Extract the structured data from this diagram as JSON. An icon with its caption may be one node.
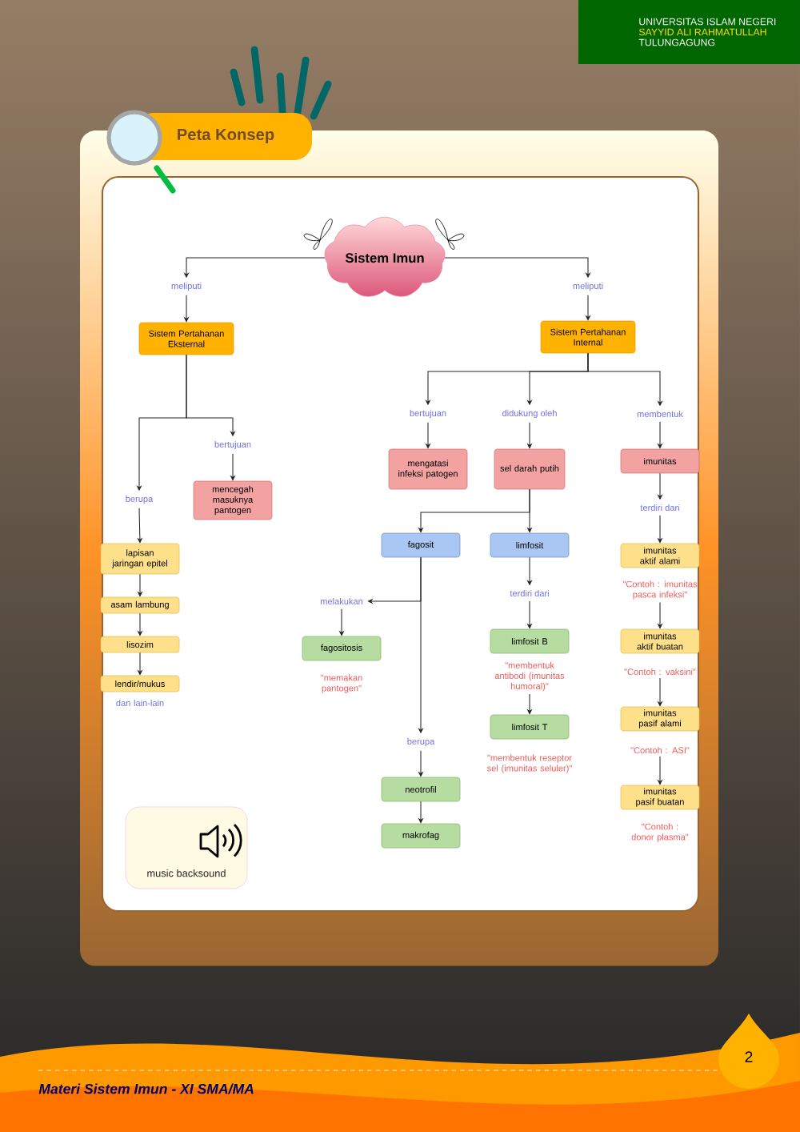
{
  "diagram": {
    "nodes": [
      {
        "text": [
          "Peta Konsep"
        ]
      },
      {
        "text": [
          "Sistem Imun"
        ]
      },
      {
        "text": [
          "meliputi"
        ]
      },
      {
        "text": [
          "meliputi"
        ]
      },
      {
        "text": [
          "Sistem Pertahanan Eksternal"
        ]
      },
      {
        "text": [
          "Sistem Pertahanan Internal"
        ]
      },
      {
        "text": [
          "berupa"
        ]
      },
      {
        "text": [
          "bertujuan"
        ]
      },
      {
        "text": [
          "mencegah masuknya pantogen"
        ]
      },
      {
        "text": [
          "lapisan jaringan epitel"
        ]
      },
      {
        "text": [
          "asam lambung"
        ]
      },
      {
        "text": [
          "lisozim"
        ]
      },
      {
        "text": [
          "lendir/mukus"
        ],
        "beside": [
          "dan lain-lain"
        ]
      },
      {
        "text": [
          "bertujuan"
        ]
      },
      {
        "text": [
          "didukung oleh"
        ]
      },
      {
        "text": [
          "membentuk"
        ]
      },
      {
        "text": [
          "mengatasi infeksi patogen"
        ]
      },
      {
        "text": [
          "sel darah putih"
        ]
      },
      {
        "text": [
          "imunitas"
        ]
      },
      {
        "text": [
          "terdiri dari"
        ]
      },
      {
        "text": [
          "fagosit"
        ]
      },
      {
        "text": [
          "limfosit"
        ]
      },
      {
        "text": [
          "imunitas aktif alami"
        ]
      },
      {
        "text": [
          "\"Contoh : imunitas pasca infeksi\""
        ]
      },
      {
        "text": [
          "melakukan"
        ]
      },
      {
        "text": [
          "terdiri dari"
        ]
      },
      {
        "text": [
          "fagositosis"
        ],
        "beside": [
          "\"memakan pantogen\""
        ]
      },
      {
        "text": [
          "limfosit B"
        ]
      },
      {
        "text": [
          "imunitas aktif buatan"
        ]
      },
      {
        "text": [
          "\"membentuk antibodi (imunitas humoral)\""
        ]
      },
      {
        "text": [
          "\"Contoh : vaksini\""
        ]
      },
      {
        "text": [
          "imunitas pasif alami"
        ]
      },
      {
        "text": [
          "limfosit T"
        ],
        "beside": [
          "\"membentuk reseptor sel (imunitas seluler)\""
        ]
      },
      {
        "text": [
          "berupa"
        ]
      },
      {
        "text": [
          "\"Contoh : ASI\""
        ]
      },
      {
        "text": [
          "imunitas pasif buatan"
        ],
        "beside": [
          "\"Contoh : donor plasma\""
        ]
      },
      {
        "text": [
          "neotrofil"
        ]
      },
      {
        "text": [
          "makrofag"
        ]
      },
      {
        "text": [
          "music backsound"
        ]
      }
    ],
    "edges": [
      {
        "from": 1,
        "to": 2,
        "arrow": "to"
      },
      {
        "from": 1,
        "to": 3,
        "arrow": "to"
      },
      {
        "from": 2,
        "to": 4,
        "arrow": "to"
      },
      {
        "from": 3,
        "to": 5,
        "arrow": "to"
      },
      {
        "from": 4,
        "to": 6,
        "arrow": "to"
      },
      {
        "from": 4,
        "to": 7,
        "arrow": "to"
      },
      {
        "from": 7,
        "to": 8,
        "arrow": "to"
      },
      {
        "from": 6,
        "to": 9,
        "arrow": "to"
      },
      {
        "from": 9,
        "to": 10,
        "arrow": "to"
      },
      {
        "from": 10,
        "to": 11,
        "arrow": "to"
      },
      {
        "from": 11,
        "to": 12,
        "arrow": "to"
      },
      {
        "from": 5,
        "to": 13,
        "arrow": "to"
      },
      {
        "from": 5,
        "to": 14,
        "arrow": "to"
      },
      {
        "from": 5,
        "to": 15,
        "arrow": "to"
      },
      {
        "from": 13,
        "to": 16,
        "arrow": "to"
      },
      {
        "from": 14,
        "to": 17,
        "arrow": "to"
      },
      {
        "from": 15,
        "to": 18,
        "arrow": "to"
      },
      {
        "from": 18,
        "to": 19,
        "arrow": "to"
      },
      {
        "from": 19,
        "to": 22,
        "arrow": "to"
      },
      {
        "from": 23,
        "to": 28,
        "arrow": "to"
      },
      {
        "from": 30,
        "to": 31,
        "arrow": "to"
      },
      {
        "from": 34,
        "to": 35,
        "arrow": "to"
      },
      {
        "from": 17,
        "to": 20,
        "arrow": "to"
      },
      {
        "from": 17,
        "to": 21,
        "arrow": "to"
      },
      {
        "from": 20,
        "to": 24,
        "arrow": "to"
      },
      {
        "from": 20,
        "to": 33,
        "arrow": "to"
      },
      {
        "from": 24,
        "to": 26,
        "arrow": "to"
      },
      {
        "from": 33,
        "to": 36,
        "arrow": "to"
      },
      {
        "from": 36,
        "to": 37,
        "arrow": "to"
      },
      {
        "from": 21,
        "to": 25,
        "arrow": "to"
      },
      {
        "from": 25,
        "to": 27,
        "arrow": "to"
      },
      {
        "from": 29,
        "to": 32,
        "arrow": "to"
      }
    ],
    "labels": [
      "UNIVERSITAS ISLAM NEGERI",
      "SAYYID ALI RAHMATULLAH",
      "TULUNGAGUNG",
      "2",
      "Materi Sistem Imun - XI SMA/MA"
    ]
  }
}
